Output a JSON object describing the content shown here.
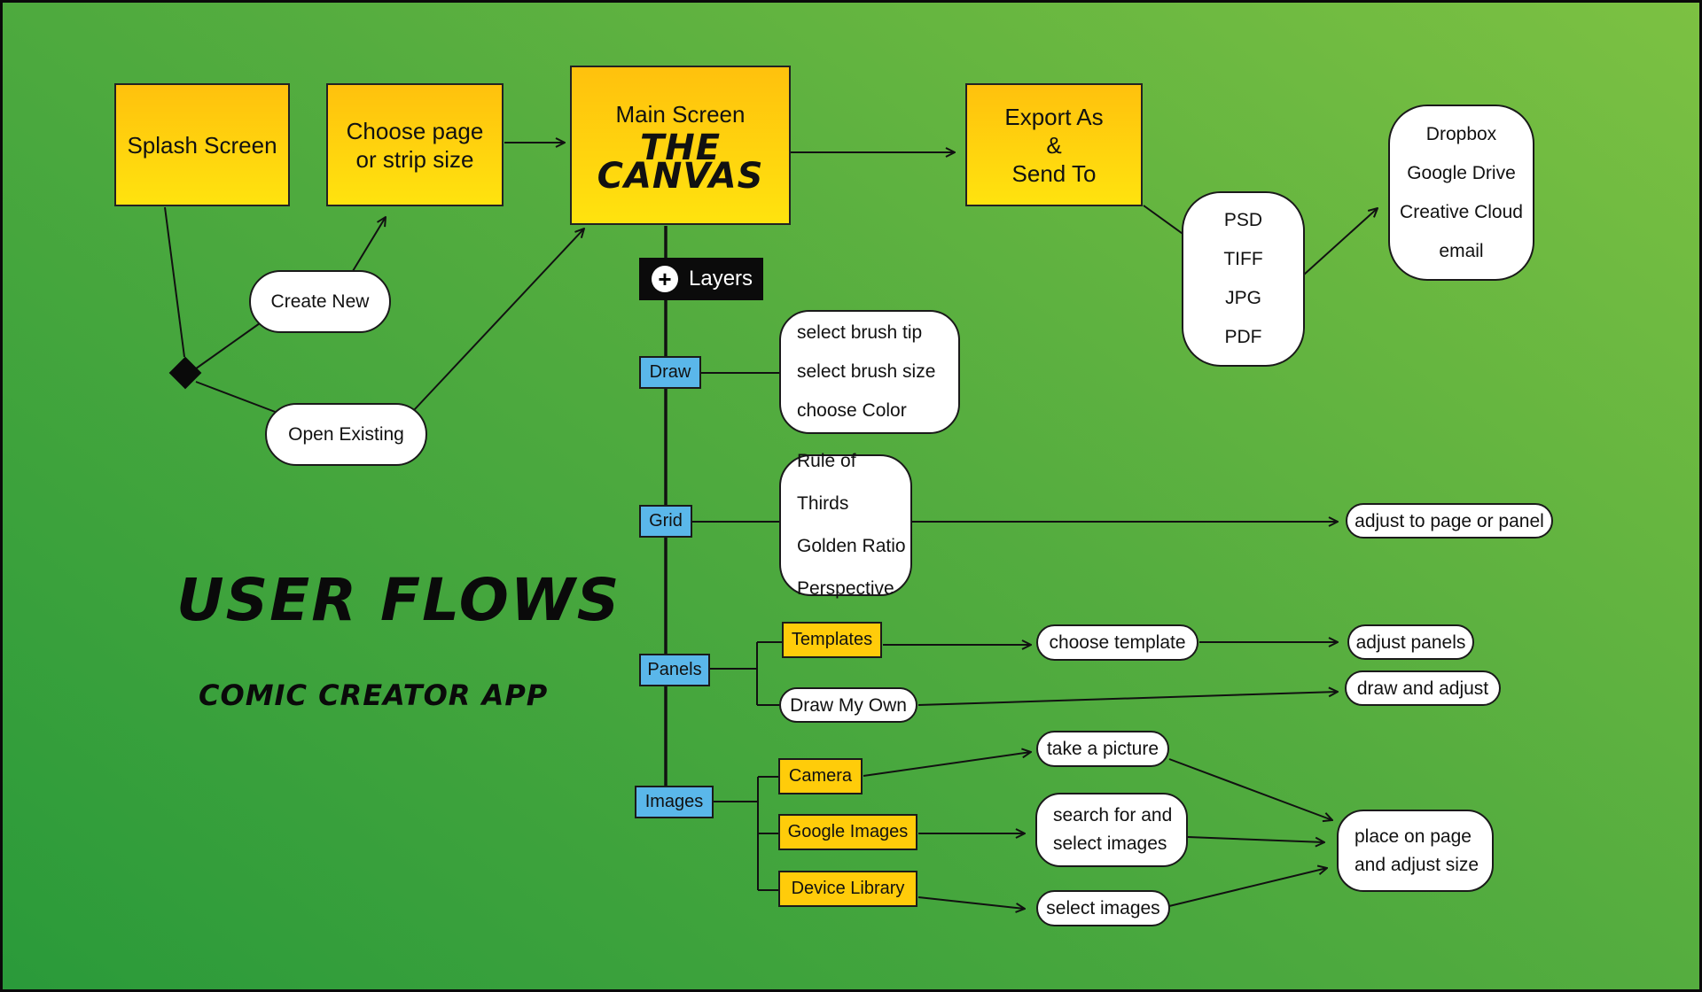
{
  "title": "USER FLOWS",
  "subtitle": "COMIC CREATOR APP",
  "screens": {
    "splash": "Splash Screen",
    "choose_size": [
      "Choose page",
      "or strip size"
    ],
    "main_label": "Main Screen",
    "main_title": "THE CANVAS",
    "export": [
      "Export As",
      "&",
      "Send To"
    ]
  },
  "actions": {
    "create_new": "Create New",
    "open_existing": "Open Existing"
  },
  "export_formats": [
    "PSD",
    "TIFF",
    "JPG",
    "PDF"
  ],
  "export_destinations": [
    "Dropbox",
    "Google Drive",
    "Creative Cloud",
    "email"
  ],
  "layers_label": "Layers",
  "tools": {
    "draw": "Draw",
    "grid": "Grid",
    "panels": "Panels",
    "images": "Images"
  },
  "draw_options": [
    "select brush tip",
    "select brush size",
    "choose Color"
  ],
  "grid_options": [
    "Rule of Thirds",
    "Golden Ratio",
    "Perspective"
  ],
  "grid_result": "adjust to page or panel",
  "panels": {
    "templates": "Templates",
    "draw_my_own": "Draw My Own",
    "choose_template": "choose template",
    "adjust_panels": "adjust panels",
    "draw_and_adjust": "draw and adjust"
  },
  "images": {
    "camera": "Camera",
    "google_images": "Google Images",
    "device_library": "Device Library",
    "take_picture": "take a picture",
    "search_select": [
      "search for and",
      "select images"
    ],
    "select_images": "select images",
    "place": [
      "place on page",
      "and adjust size"
    ]
  }
}
